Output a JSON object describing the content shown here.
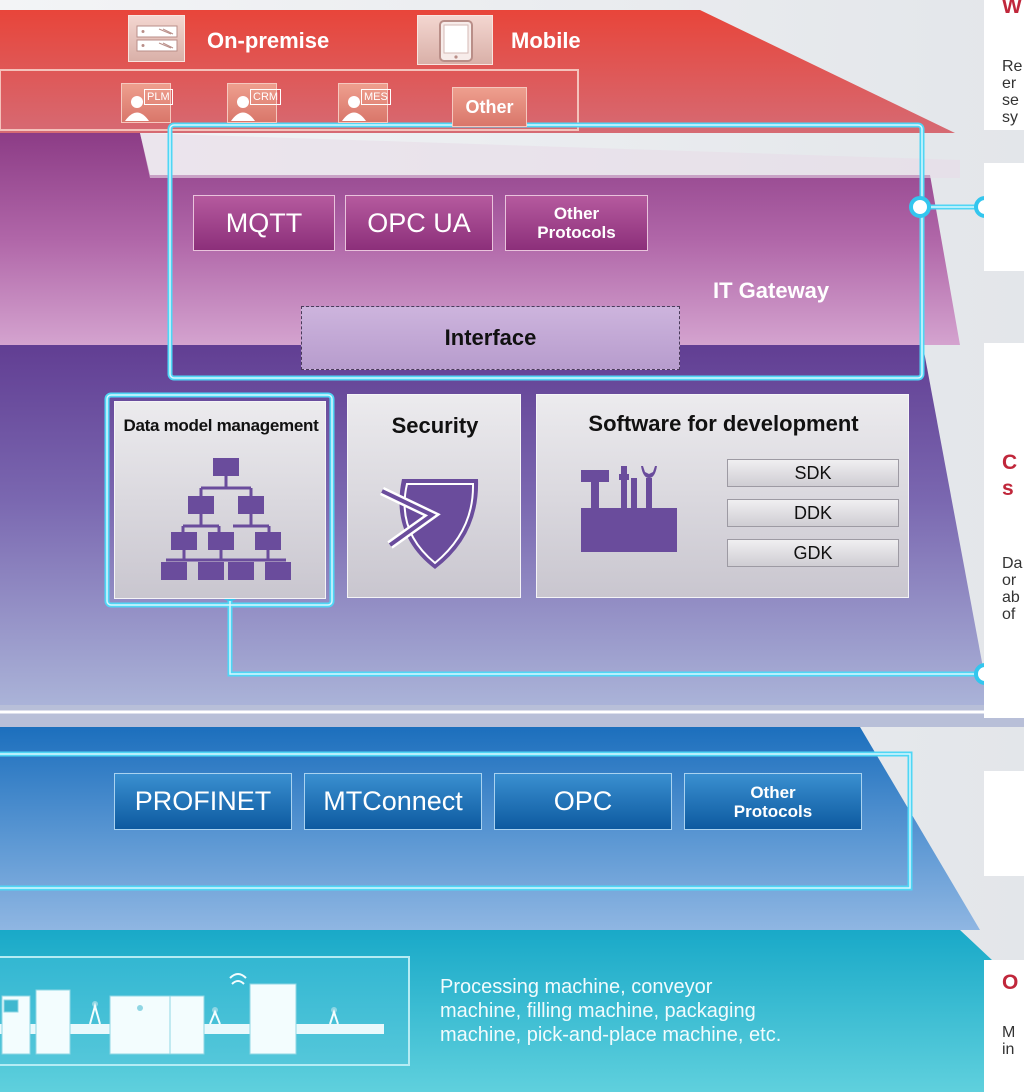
{
  "top_layer": {
    "on_premise": "On-premise",
    "mobile": "Mobile",
    "apps": [
      {
        "name": "PLM",
        "tag": "PLM"
      },
      {
        "name": "CRM",
        "tag": "CRM"
      },
      {
        "name": "MES",
        "tag": "MES"
      }
    ],
    "other": "Other"
  },
  "gateway_layer": {
    "protocols": [
      "MQTT",
      "OPC UA"
    ],
    "other_protocols": [
      "Other",
      "Protocols"
    ],
    "title": "IT Gateway",
    "interface": "Interface"
  },
  "core_layer": {
    "data_model": "Data model management",
    "security": "Security",
    "software": "Software for development",
    "kits": [
      "SDK",
      "DDK",
      "GDK"
    ]
  },
  "field_layer": {
    "protocols": [
      "PROFINET",
      "MTConnect",
      "OPC"
    ],
    "other_protocols": [
      "Other",
      "Protocols"
    ]
  },
  "machines_text": [
    "Processing machine, conveyor",
    "machine, filling machine, packaging",
    "machine, pick-and-place machine, etc."
  ],
  "side_panel": {
    "top_heading": "W",
    "top_text": [
      "Re",
      "er",
      "se",
      "sy"
    ],
    "mid_heading": [
      "C",
      "s"
    ],
    "mid_text": [
      "Da",
      "or",
      "ab",
      "of"
    ],
    "low_heading": "O",
    "low_text": [
      "M",
      "in"
    ]
  },
  "colors": {
    "top": "#d9433a",
    "gateway": "#a75a9c",
    "core": "#6b4d9c",
    "field": "#3f7fc4",
    "machines": "#2fb6cf",
    "glow": "#4fd6f5",
    "heading": "#c0273b"
  }
}
